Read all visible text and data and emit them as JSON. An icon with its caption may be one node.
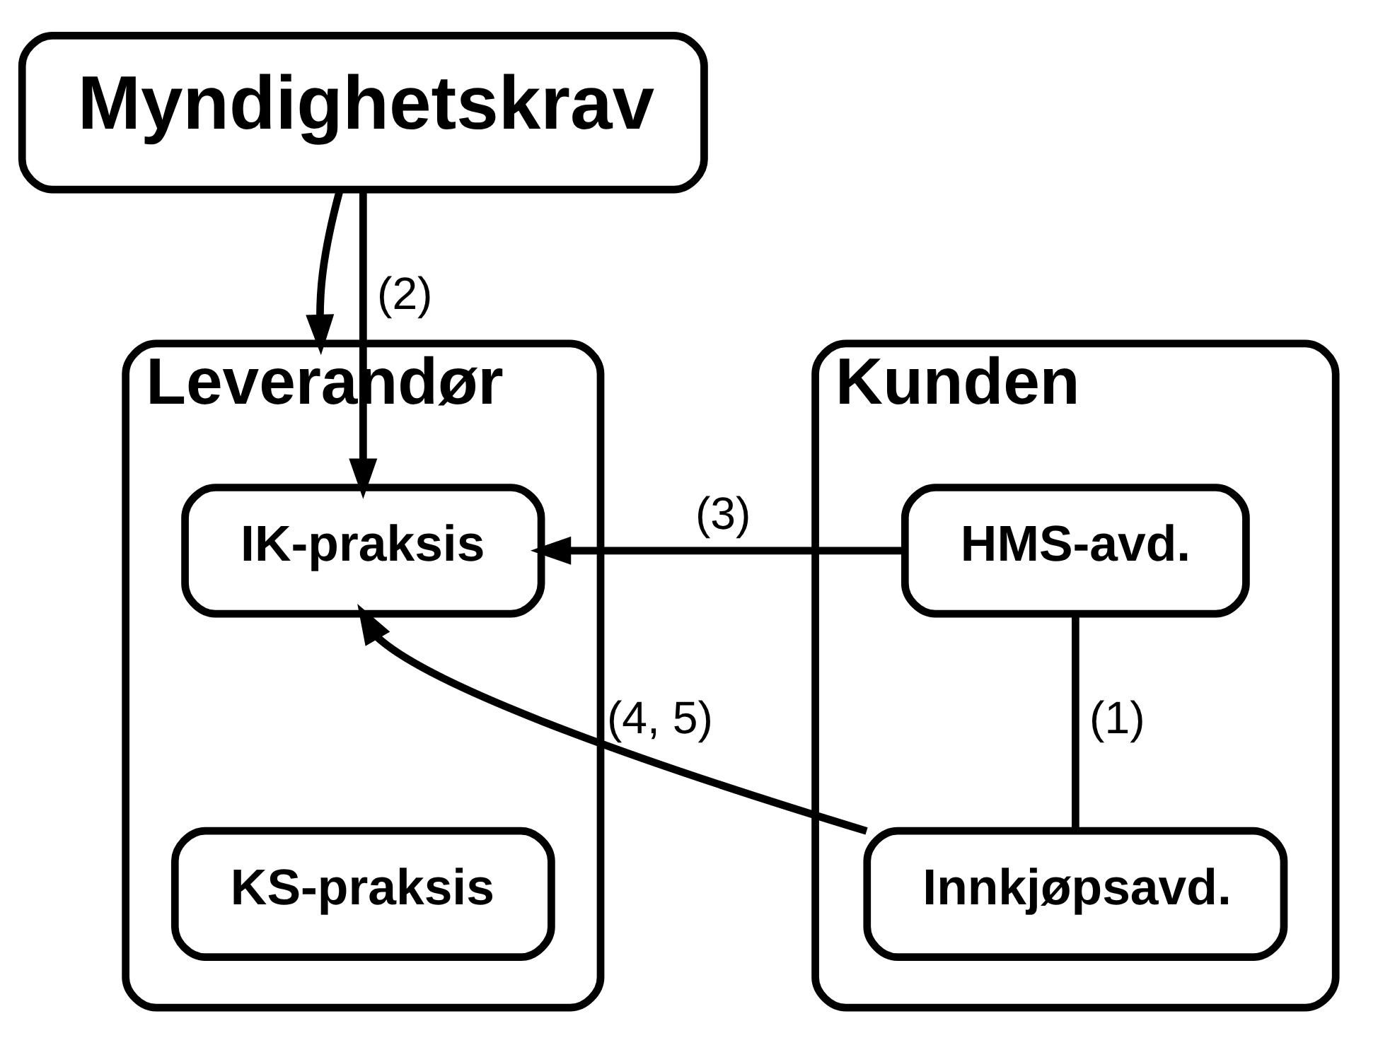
{
  "diagram": {
    "nodes": [
      {
        "text": [
          "Myndighetskrav"
        ]
      },
      {
        "text": [
          "Kunden"
        ]
      },
      {
        "text": [
          "HMS-avd."
        ],
        "in": 1
      },
      {
        "text": [
          "Innkjøpsavd."
        ],
        "in": 1
      },
      {
        "text": [
          "Leverandør"
        ]
      },
      {
        "text": [
          "IK-praksis"
        ],
        "in": 4
      },
      {
        "text": [
          "KS-praksis"
        ],
        "in": 4
      }
    ],
    "edges": [
      {
        "from": 0,
        "to": 4,
        "arrow": "to"
      },
      {
        "from": 0,
        "to": 5,
        "arrow": "to",
        "label": "(2)"
      },
      {
        "from": 2,
        "to": 5,
        "arrow": "to",
        "label": "(3)"
      },
      {
        "from": 3,
        "to": 2,
        "arrow": "none",
        "label": "(1)"
      },
      {
        "from": 3,
        "to": 5,
        "arrow": "to",
        "label": "(4, 5)"
      }
    ]
  }
}
